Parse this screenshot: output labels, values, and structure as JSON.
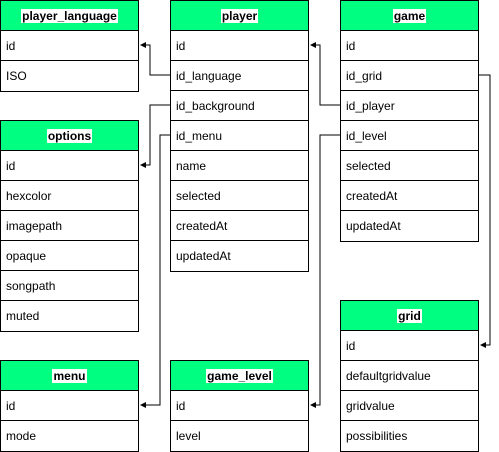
{
  "colors": {
    "header_fill": "#00ff80",
    "border": "#000000",
    "background": "#ffffff"
  },
  "entities": [
    {
      "key": "player_language",
      "title": "player_language",
      "fields": [
        "id",
        "ISO"
      ]
    },
    {
      "key": "player",
      "title": "player",
      "fields": [
        "id",
        "id_language",
        "id_background",
        "id_menu",
        "name",
        "selected",
        "createdAt",
        "updatedAt"
      ]
    },
    {
      "key": "game",
      "title": "game",
      "fields": [
        "id",
        "id_grid",
        "id_player",
        "id_level",
        "selected",
        "createdAt",
        "updatedAt"
      ]
    },
    {
      "key": "options",
      "title": "options",
      "fields": [
        "id",
        "hexcolor",
        "imagepath",
        "opaque",
        "songpath",
        "muted"
      ]
    },
    {
      "key": "grid",
      "title": "grid",
      "fields": [
        "id",
        "defaultgridvalue",
        "gridvalue",
        "possibilities"
      ]
    },
    {
      "key": "menu",
      "title": "menu",
      "fields": [
        "id",
        "mode"
      ]
    },
    {
      "key": "game_level",
      "title": "game_level",
      "fields": [
        "id",
        "level"
      ]
    }
  ],
  "relations": [
    {
      "from": "player.id_language",
      "to": "player_language.id"
    },
    {
      "from": "player.id_background",
      "to": "options.id"
    },
    {
      "from": "player.id_menu",
      "to": "menu.id"
    },
    {
      "from": "game.id_grid",
      "to": "grid.id"
    },
    {
      "from": "game.id_player",
      "to": "player.id"
    },
    {
      "from": "game.id_level",
      "to": "game_level.id"
    }
  ]
}
